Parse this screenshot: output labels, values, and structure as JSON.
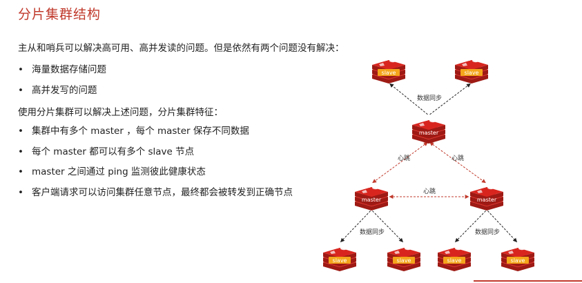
{
  "title": "分片集群结构",
  "intro": "主从和哨兵可以解决高可用、高并发读的问题。但是依然有两个问题没有解决：",
  "problems": [
    "海量数据存储问题",
    "高并发写的问题"
  ],
  "features_intro": "使用分片集群可以解决上述问题，分片集群特征：",
  "features": [
    "集群中有多个 master ，每个 master 保存不同数据",
    "每个 master 都可以有多个 slave 节点",
    "master 之间通过 ping 监测彼此健康状态",
    "客户端请求可以访问集群任意节点，最终都会被转发到正确节点"
  ],
  "bullet_glyph": "•",
  "diagram": {
    "labels": {
      "master": "master",
      "slave": "slave",
      "sync": "数据同步",
      "heartbeat": "心跳"
    },
    "colors": {
      "node": "#d8261f",
      "node_dark": "#9e1a14",
      "badge": "#f4a51b",
      "arrow_black": "#222222",
      "arrow_red": "#c0392b"
    }
  }
}
